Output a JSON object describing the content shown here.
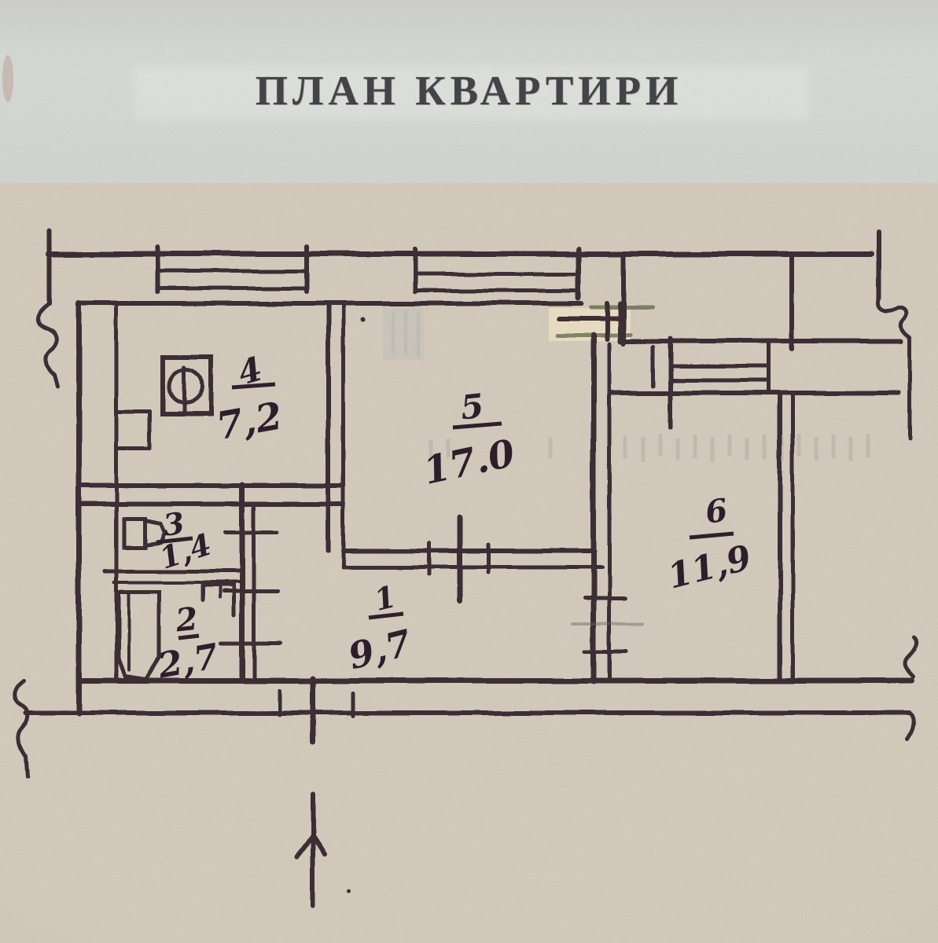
{
  "header": {
    "title": "ПЛАН КВАРТИРИ"
  },
  "rooms": [
    {
      "number": "1",
      "area": "9,7"
    },
    {
      "number": "2",
      "area": "2,7"
    },
    {
      "number": "3",
      "area": "1,4"
    },
    {
      "number": "4",
      "area": "7,2"
    },
    {
      "number": "5",
      "area": "17.0"
    },
    {
      "number": "6",
      "area": "11,9"
    }
  ],
  "icons": [
    {
      "name": "stove-icon"
    },
    {
      "name": "sink-icon"
    },
    {
      "name": "bathtub-icon"
    },
    {
      "name": "vent-icon"
    },
    {
      "name": "entrance-arrow"
    },
    {
      "name": "break-mark"
    }
  ],
  "colors": {
    "ink": "#30202c",
    "paper": "#d3cabb",
    "header_paper": "#d5d9d4",
    "correction_patch": "#e8ddc2",
    "annotation_green": "#5d6644",
    "title_text": "#35343a"
  }
}
